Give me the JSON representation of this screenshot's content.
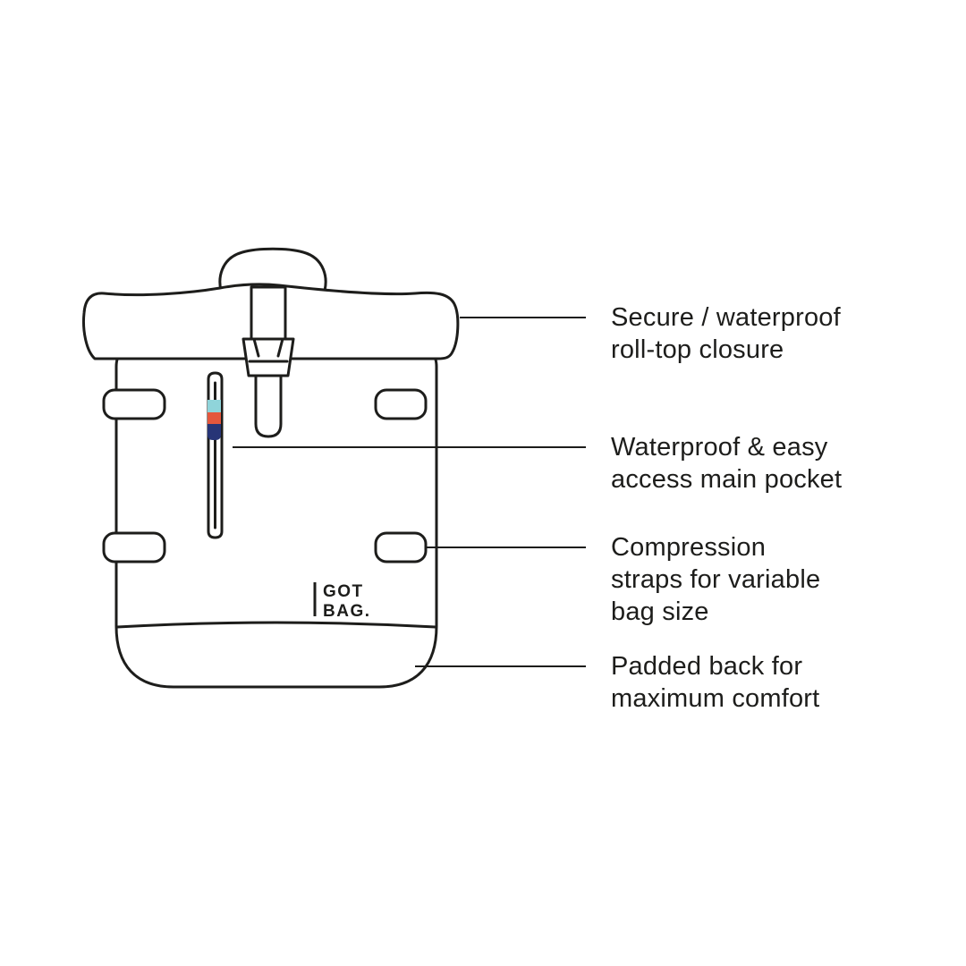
{
  "page": {
    "background_color": "#ffffff",
    "text_color": "#1d1d1b"
  },
  "illustration": {
    "subject": "rolltop backpack line drawing",
    "stroke_color": "#1d1d1b",
    "logo": {
      "line1": "GOT",
      "line2": "BAG."
    },
    "zipper_pull_colors": {
      "top": "#8fd4da",
      "middle": "#e4573d",
      "bottom": "#273577"
    }
  },
  "callouts": [
    {
      "feature": "roll-top-closure",
      "lines": [
        "Secure / waterproof",
        "roll-top closure"
      ]
    },
    {
      "feature": "main-pocket",
      "lines": [
        "Waterproof & easy",
        "access main pocket"
      ]
    },
    {
      "feature": "compression-straps",
      "lines": [
        "Compression",
        "straps for variable",
        "bag size"
      ]
    },
    {
      "feature": "padded-back",
      "lines": [
        "Padded back for",
        "maximum comfort"
      ]
    }
  ]
}
